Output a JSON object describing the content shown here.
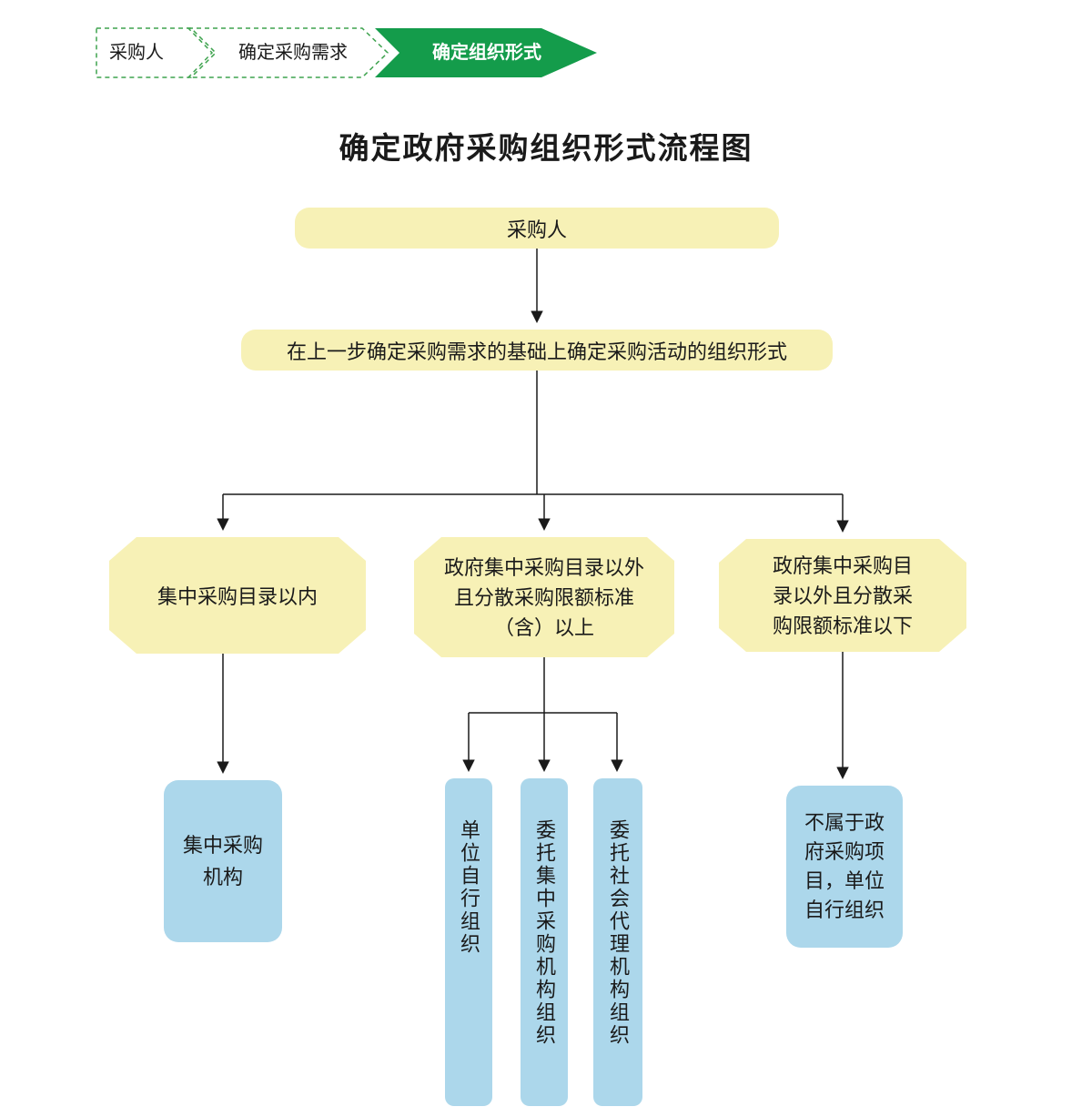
{
  "colors": {
    "node_yellow": "#f7f1b6",
    "node_blue": "#acd7eb",
    "step_green": "#149c4b",
    "step_border_green": "#3fa34f",
    "line": "#1a1a1a"
  },
  "breadcrumb": {
    "steps": [
      {
        "label": "采购人",
        "active": false
      },
      {
        "label": "确定采购需求",
        "active": false
      },
      {
        "label": "确定组织形式",
        "active": true
      }
    ]
  },
  "title": "确定政府采购组织形式流程图",
  "flow": {
    "start": "采购人",
    "step2": "在上一步确定采购需求的基础上确定采购活动的组织形式",
    "branches": {
      "left": {
        "condition": "集中采购目录以内",
        "result": "集中采购\n机构"
      },
      "middle": {
        "condition": "政府集中采购目录以外\n且分散采购限额标准\n（含）以上",
        "results": [
          "单位自行组织",
          "委托集中采购机构组织",
          "委托社会代理机构组织"
        ]
      },
      "right": {
        "condition": "政府集中采购目\n录以外且分散采\n购限额标准以下",
        "result": "不属于政\n府采购项\n目，单位\n自行组织"
      }
    }
  }
}
